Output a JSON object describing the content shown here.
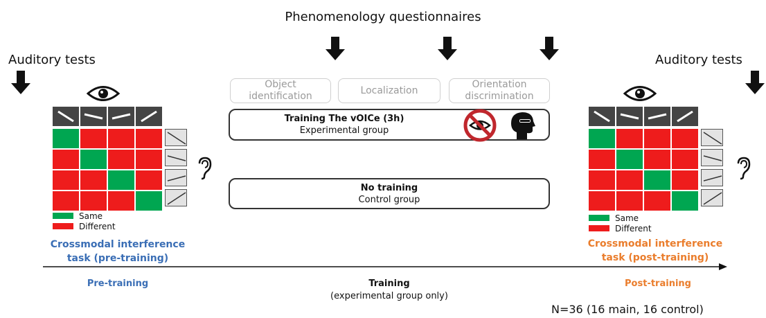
{
  "header": {
    "phenomenology": "Phenomenology questionnaires"
  },
  "auditory": {
    "left": "Auditory tests",
    "right": "Auditory tests"
  },
  "subtasks": [
    "Object identification",
    "Localization",
    "Orientation discrimination"
  ],
  "groups": {
    "experimental": {
      "title": "Training The vOICe (3h)",
      "subtitle": "Experimental group"
    },
    "control": {
      "title": "No training",
      "subtitle": "Control group"
    }
  },
  "legend": {
    "same": "Same",
    "different": "Different"
  },
  "matrix": {
    "same_color": "#00a651",
    "different_color": "#ee1c1c",
    "header_color": "#444444",
    "rows": [
      [
        "same",
        "different",
        "different",
        "different"
      ],
      [
        "different",
        "same",
        "different",
        "different"
      ],
      [
        "different",
        "different",
        "same",
        "different"
      ],
      [
        "different",
        "different",
        "different",
        "same"
      ]
    ]
  },
  "tasks": {
    "pre": {
      "line1": "Crossmodal interference",
      "line2": "task (pre-training)",
      "color": "#3a6eb5"
    },
    "post": {
      "line1": "Crossmodal interference",
      "line2": "task (post-training)",
      "color": "#ea7d2c"
    }
  },
  "timeline": {
    "pre": "Pre-training",
    "training": "Training",
    "training_note": "(experimental group only)",
    "post": "Post-training"
  },
  "sample": "N=36 (16 main, 16 control)"
}
